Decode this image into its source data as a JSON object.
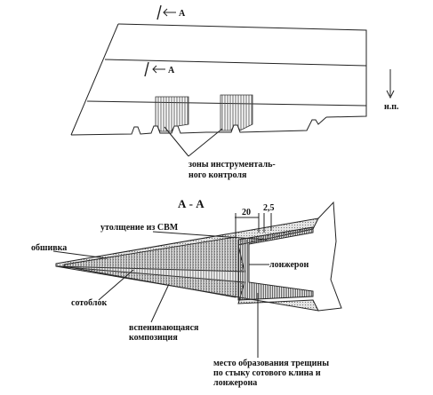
{
  "top_view": {
    "section_mark_1": "А",
    "section_mark_2": "А",
    "direction_label": "н.п.",
    "zones_label_line1": "зоны инструменталь-",
    "zones_label_line2": "ного контроля"
  },
  "section_view": {
    "title": "А - А",
    "dim_20": "20",
    "dim_25": "2,5",
    "label_thickening": "утолщение из СВМ",
    "label_skin": "обшивка",
    "label_spar": "лонжерон",
    "label_honeycomb": "сотоблок",
    "label_foam_line1": "вспенивающаяся",
    "label_foam_line2": "композиция",
    "label_crack_line1": "место образования трещины",
    "label_crack_line2": "по стыку сотового клина и",
    "label_crack_line3": "лонжерона"
  }
}
